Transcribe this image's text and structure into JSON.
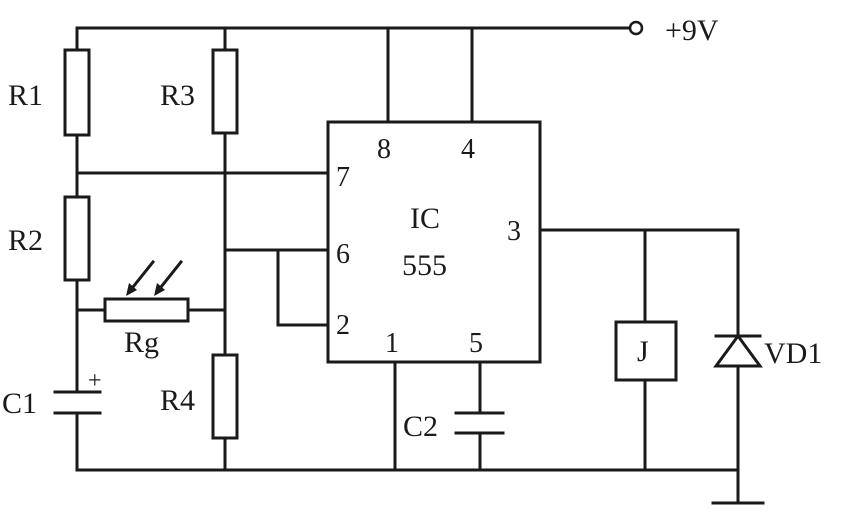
{
  "supply": {
    "label": "+9V"
  },
  "ic": {
    "name": "IC",
    "part": "555",
    "pins": {
      "p1": "1",
      "p2": "2",
      "p3": "3",
      "p4": "4",
      "p5": "5",
      "p6": "6",
      "p7": "7",
      "p8": "8"
    }
  },
  "resistors": {
    "r1": "R1",
    "r2": "R2",
    "r3": "R3",
    "r4": "R4",
    "rg": "Rg"
  },
  "capacitors": {
    "c1": "C1",
    "c1_polarity": "+",
    "c2": "C2"
  },
  "relay": {
    "label": "J"
  },
  "diode": {
    "label": "VD1"
  },
  "colors": {
    "ink": "#1a1a1a",
    "background": "#ffffff"
  }
}
